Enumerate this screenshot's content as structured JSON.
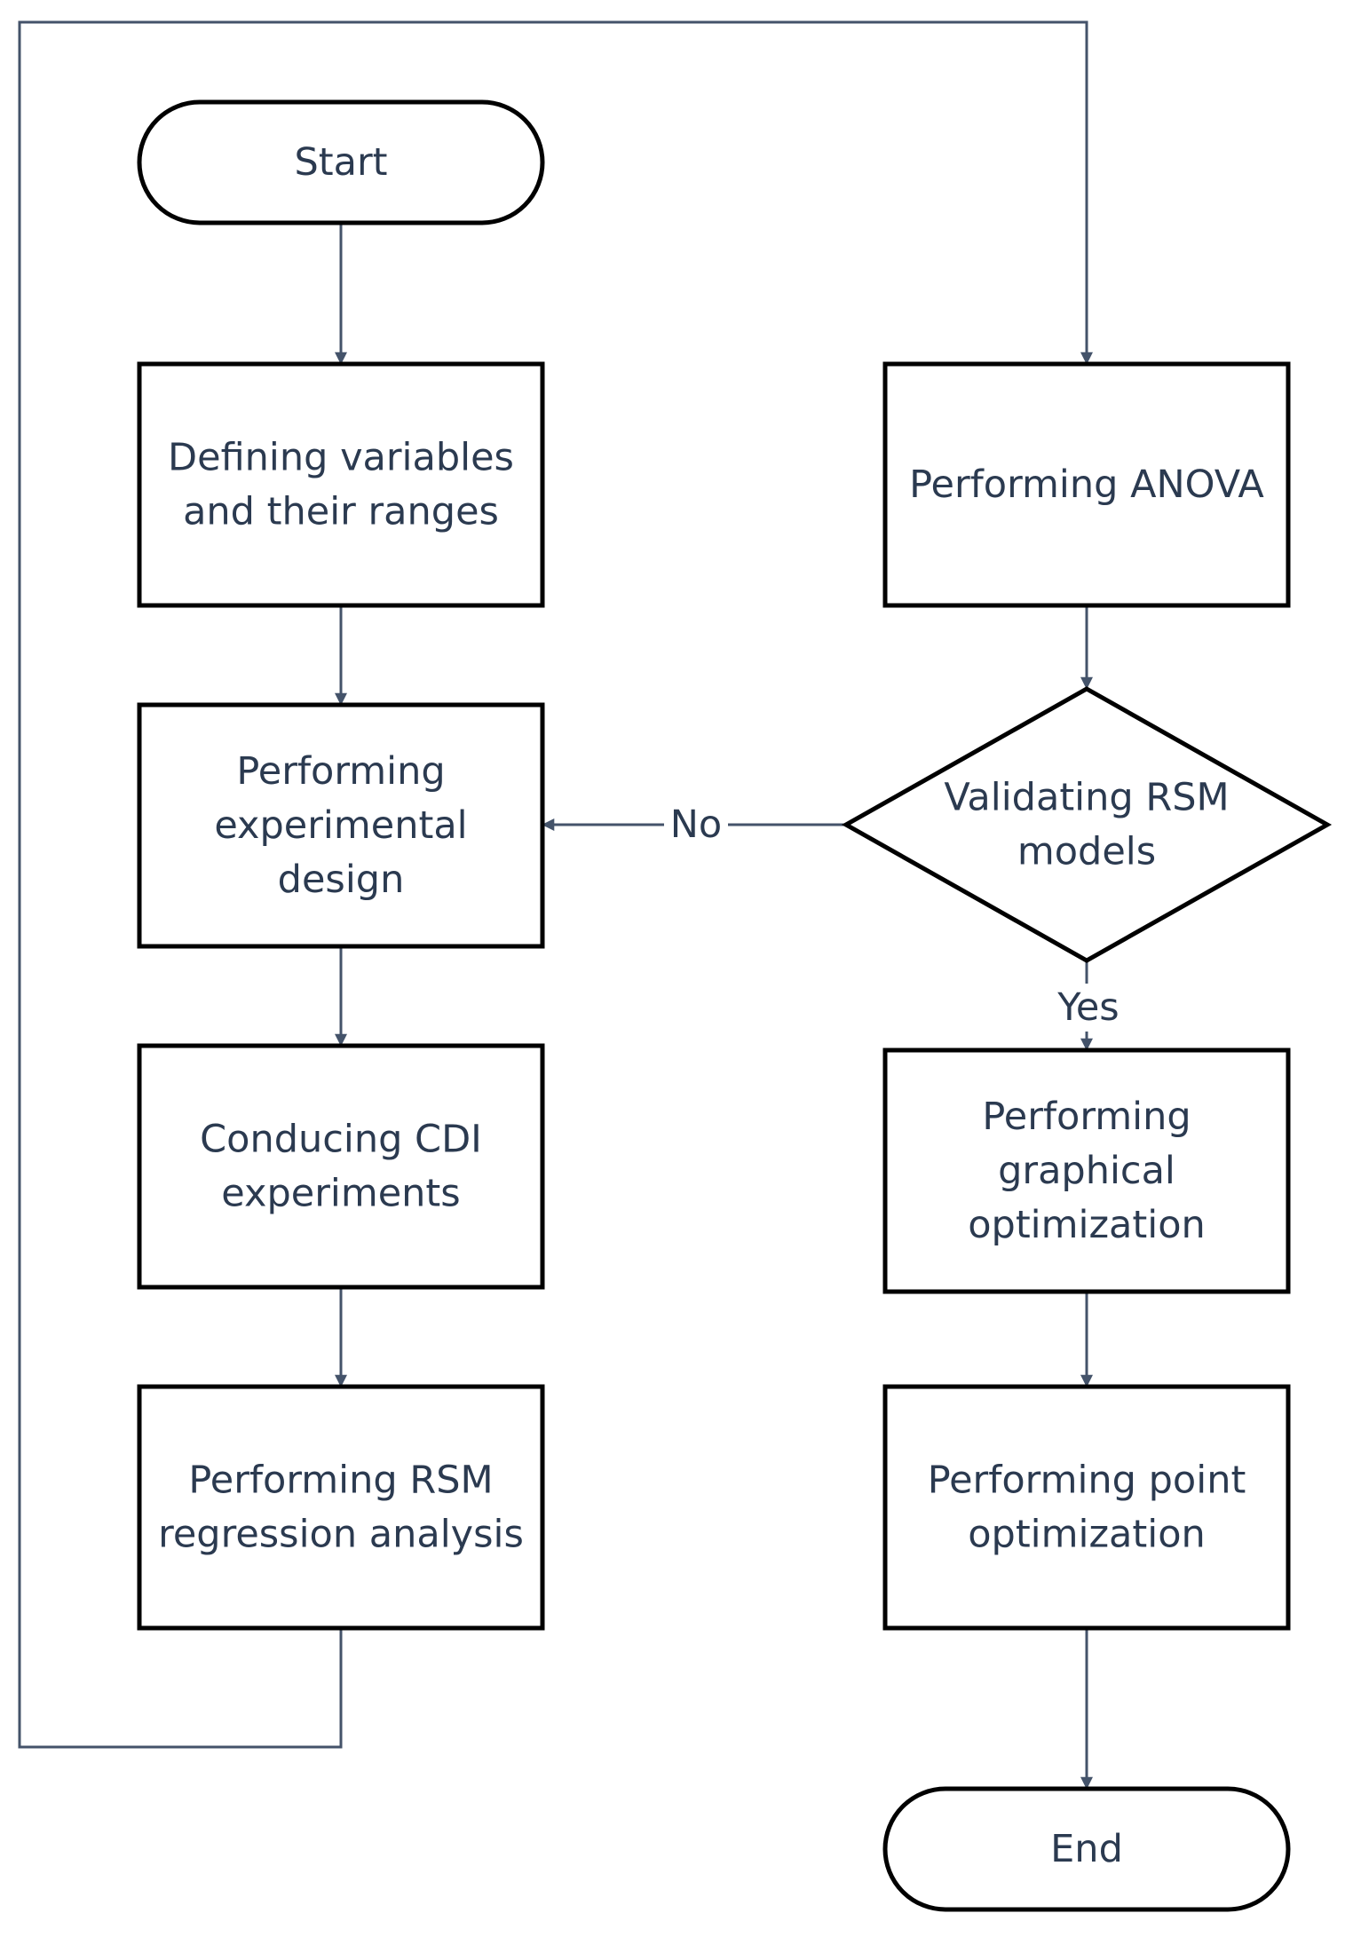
{
  "colors": {
    "node_stroke": "#000000",
    "connector": "#44536a",
    "text": "#2b3a50",
    "background": "#ffffff"
  },
  "nodes": {
    "start": {
      "shape": "terminal",
      "lines": [
        "Start"
      ]
    },
    "define": {
      "shape": "process",
      "lines": [
        "Defining variables",
        "and their ranges"
      ]
    },
    "design": {
      "shape": "process",
      "lines": [
        "Performing",
        "experimental",
        "design"
      ]
    },
    "experiments": {
      "shape": "process",
      "lines": [
        "Conducing CDI",
        "experiments"
      ]
    },
    "regression": {
      "shape": "process",
      "lines": [
        "Performing RSM",
        "regression analysis"
      ]
    },
    "anova": {
      "shape": "process",
      "lines": [
        "Performing ANOVA"
      ]
    },
    "validate": {
      "shape": "decision",
      "lines": [
        "Validating RSM",
        "models"
      ]
    },
    "graphical": {
      "shape": "process",
      "lines": [
        "Performing",
        "graphical",
        "optimization"
      ]
    },
    "point": {
      "shape": "process",
      "lines": [
        "Performing point",
        "optimization"
      ]
    },
    "end": {
      "shape": "terminal",
      "lines": [
        "End"
      ]
    }
  },
  "edges": [
    {
      "id": "start-define",
      "from": "start",
      "to": "define",
      "label": ""
    },
    {
      "id": "define-design",
      "from": "define",
      "to": "design",
      "label": ""
    },
    {
      "id": "design-experiments",
      "from": "design",
      "to": "experiments",
      "label": ""
    },
    {
      "id": "experiments-regression",
      "from": "experiments",
      "to": "regression",
      "label": ""
    },
    {
      "id": "regression-anova",
      "from": "regression",
      "to": "anova",
      "label": ""
    },
    {
      "id": "anova-validate",
      "from": "anova",
      "to": "validate",
      "label": ""
    },
    {
      "id": "validate-design",
      "from": "validate",
      "to": "design",
      "label": "No"
    },
    {
      "id": "validate-graphical",
      "from": "validate",
      "to": "graphical",
      "label": "Yes"
    },
    {
      "id": "graphical-point",
      "from": "graphical",
      "to": "point",
      "label": ""
    },
    {
      "id": "point-end",
      "from": "point",
      "to": "end",
      "label": ""
    }
  ]
}
